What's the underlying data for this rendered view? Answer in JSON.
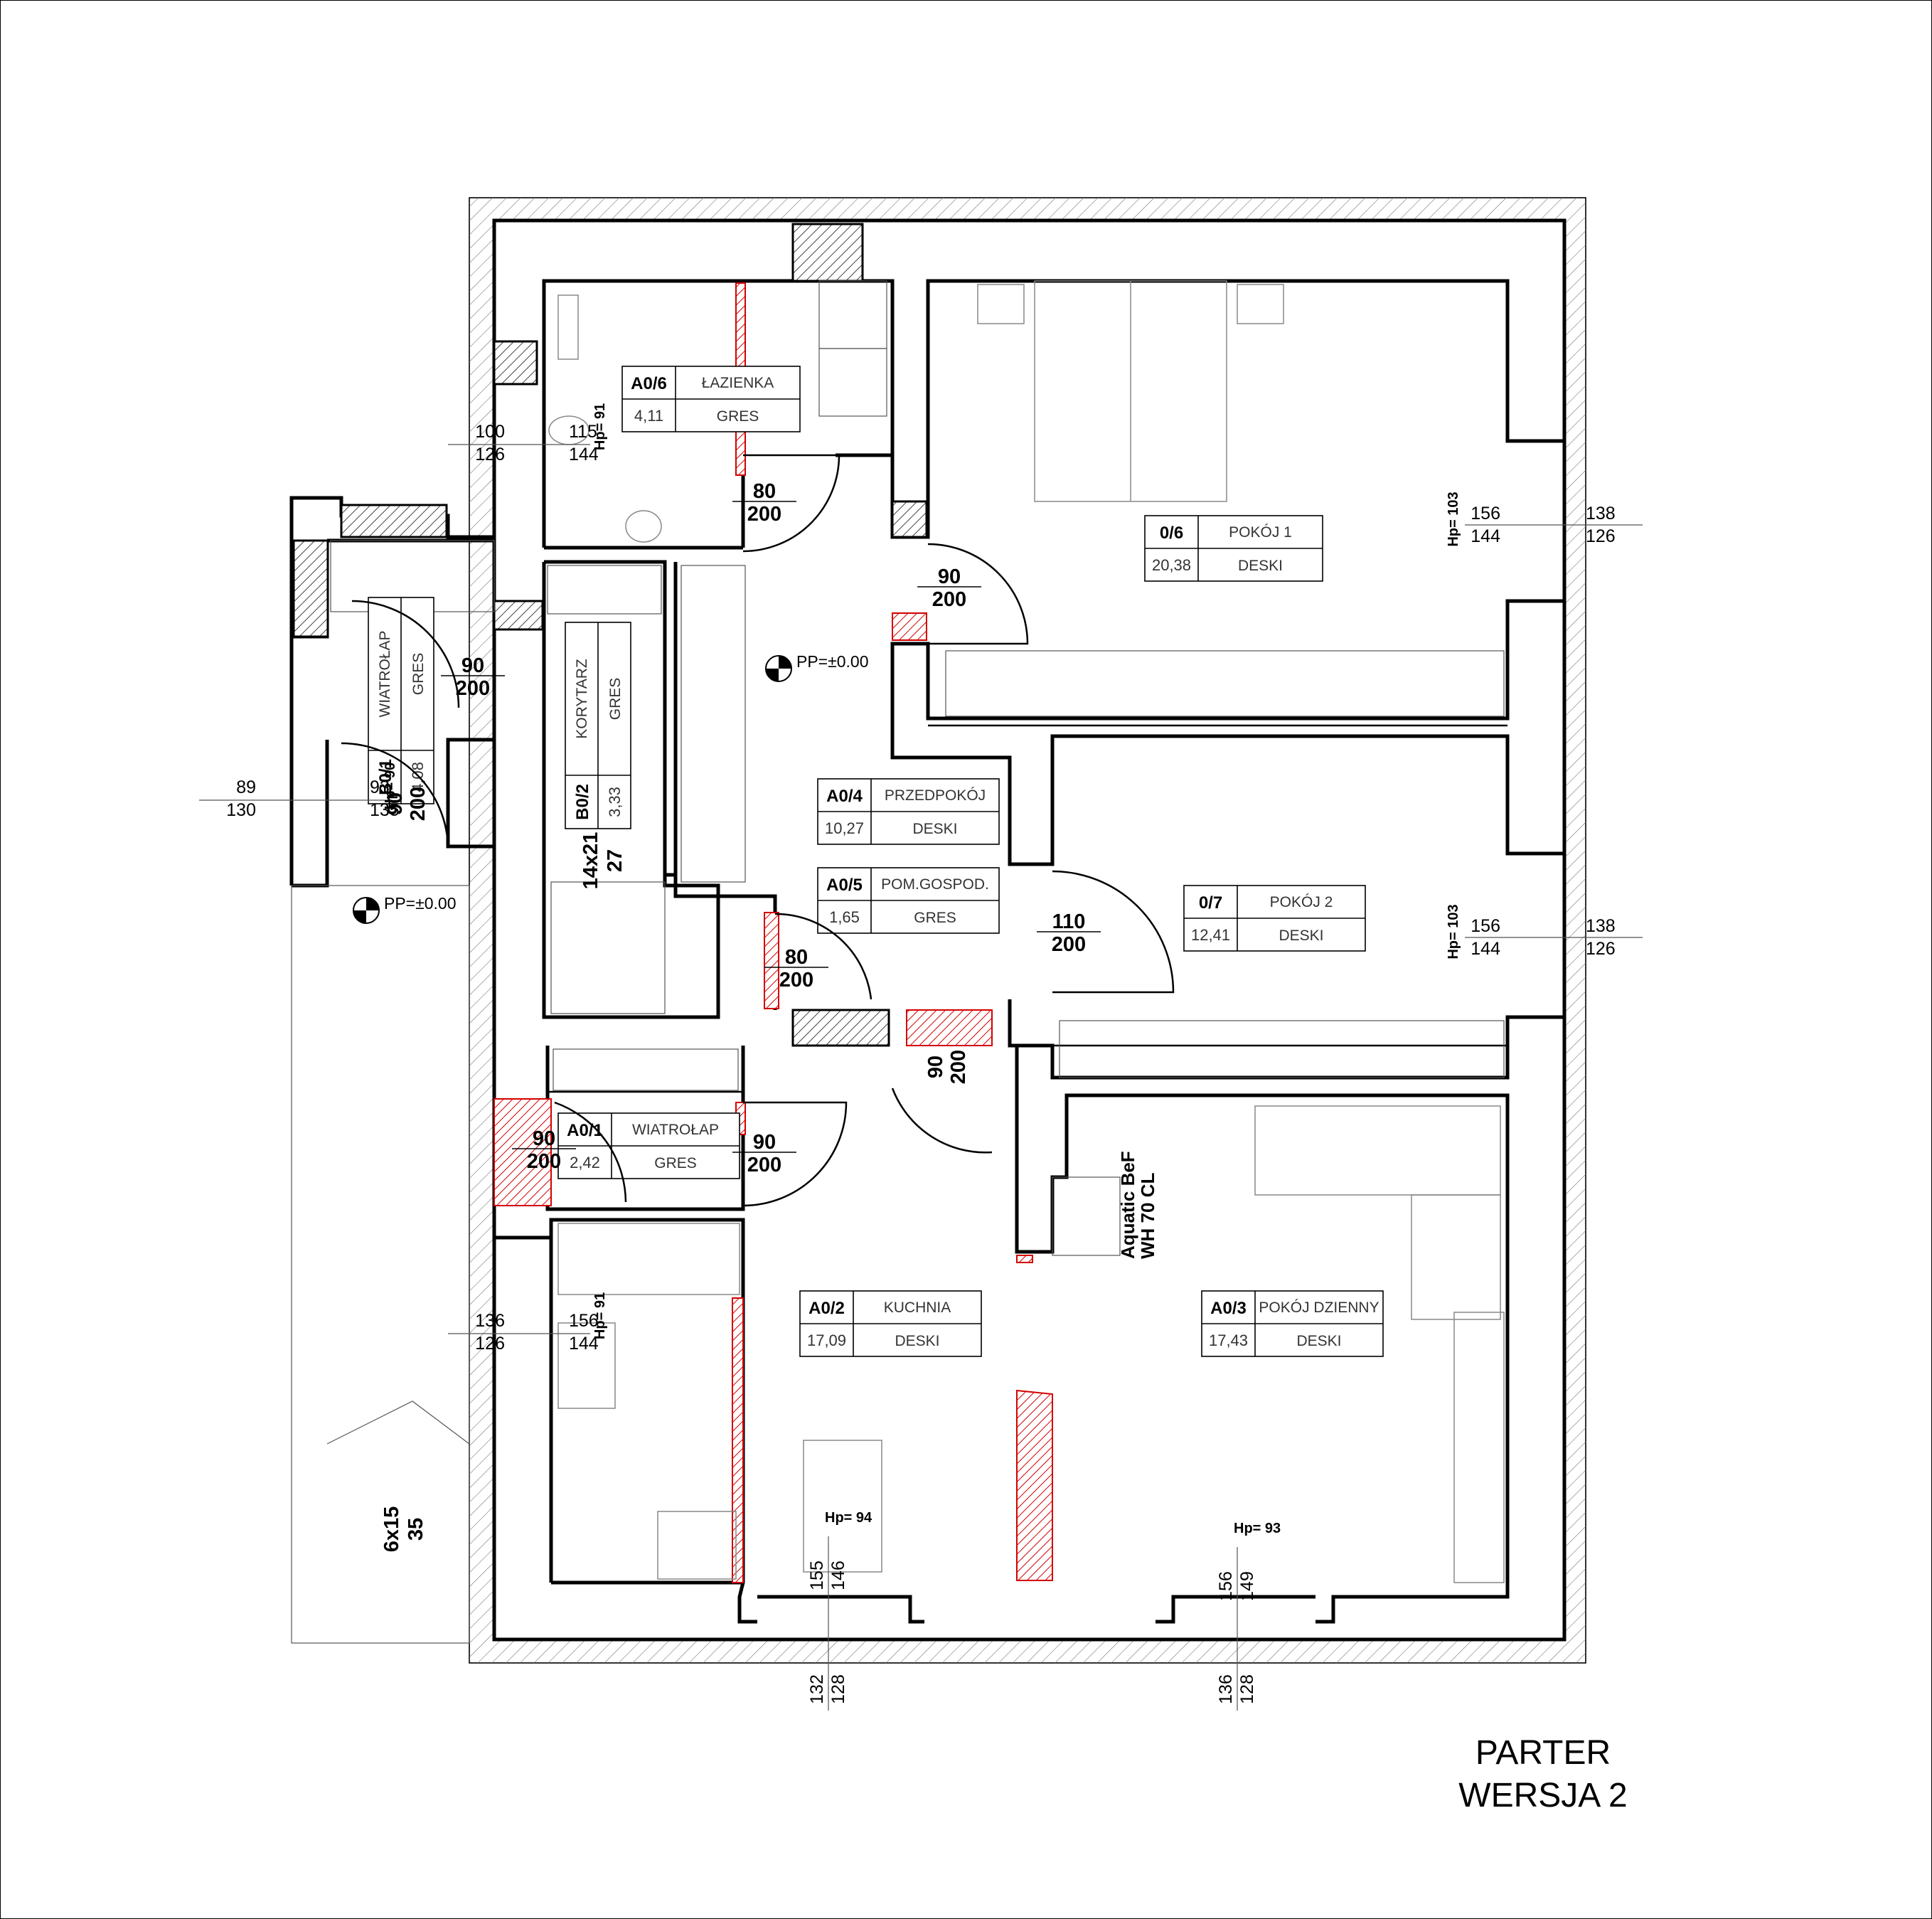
{
  "title": {
    "line1": "PARTER",
    "line2": "WERSJA 2"
  },
  "rooms": [
    {
      "id": "room-a0-6",
      "code": "A0/6",
      "name": "ŁAZIENKA",
      "area": "4,11",
      "floor": "GRES"
    },
    {
      "id": "room-0-6",
      "code": "0/6",
      "name": "POKÓJ 1",
      "area": "20,38",
      "floor": "DESKI"
    },
    {
      "id": "room-a0-4",
      "code": "A0/4",
      "name": "PRZEDPOKÓJ",
      "area": "10,27",
      "floor": "DESKI"
    },
    {
      "id": "room-a0-5",
      "code": "A0/5",
      "name": "POM.GOSPOD.",
      "area": "1,65",
      "floor": "GRES"
    },
    {
      "id": "room-0-7",
      "code": "0/7",
      "name": "POKÓJ 2",
      "area": "12,41",
      "floor": "DESKI"
    },
    {
      "id": "room-a0-1",
      "code": "A0/1",
      "name": "WIATROŁAP",
      "area": "2,42",
      "floor": "GRES"
    },
    {
      "id": "room-a0-2",
      "code": "A0/2",
      "name": "KUCHNIA",
      "area": "17,09",
      "floor": "DESKI"
    },
    {
      "id": "room-a0-3",
      "code": "A0/3",
      "name": "POKÓJ DZIENNY",
      "area": "17,43",
      "floor": "DESKI"
    },
    {
      "id": "room-b0-1",
      "code": "B0/1",
      "name": "WIATROŁAP",
      "area": "4,08",
      "floor": "GRES"
    },
    {
      "id": "room-b0-2",
      "code": "B0/2",
      "name": "KORYTARZ",
      "area": "3,33",
      "floor": "GRES"
    }
  ],
  "doors": [
    {
      "w": "80",
      "h": "200"
    },
    {
      "w": "90",
      "h": "200"
    },
    {
      "w": "90",
      "h": "200"
    },
    {
      "w": "90",
      "h": "200"
    },
    {
      "w": "80",
      "h": "200"
    },
    {
      "w": "110",
      "h": "200"
    },
    {
      "w": "90",
      "h": "200"
    },
    {
      "w": "90",
      "h": "200"
    },
    {
      "w": "90",
      "h": "200"
    }
  ],
  "windows": [
    {
      "outer": "100",
      "outer2": "126",
      "inner": "115",
      "inner2": "144",
      "hp": "Hp= 91"
    },
    {
      "outer": "138",
      "outer2": "126",
      "inner": "156",
      "inner2": "144",
      "hp": "Hp= 103"
    },
    {
      "outer": "138",
      "outer2": "126",
      "inner": "156",
      "inner2": "144",
      "hp": "Hp= 103"
    },
    {
      "outer": "89",
      "outer2": "130",
      "inner": "93",
      "inner2": "135",
      "hp": "Hp= 90"
    },
    {
      "outer": "136",
      "outer2": "126",
      "inner": "156",
      "inner2": "144",
      "hp": "Hp= 91"
    },
    {
      "outer": "132",
      "outer2": "128",
      "inner": "155",
      "inner2": "146",
      "hp": "Hp= 94"
    },
    {
      "outer": "136",
      "outer2": "128",
      "inner": "156",
      "inner2": "149",
      "hp": "Hp= 93"
    }
  ],
  "stairs": [
    {
      "size": "14x21",
      "count": "27"
    },
    {
      "size": "6x15",
      "count": "35"
    }
  ],
  "levels": [
    "PP=±0.00",
    "PP=±0.00"
  ],
  "equipment": {
    "line1": "Aquatic BeF",
    "line2": "WH 70 CL"
  },
  "colors": {
    "accent_red": "#d40000",
    "wall": "#000000",
    "hatch": "#555555"
  }
}
